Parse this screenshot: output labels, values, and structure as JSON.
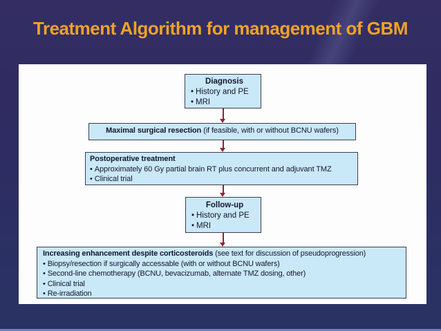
{
  "slide": {
    "title": "Treatment Algorithm for management of GBM"
  },
  "colors": {
    "background_navy_top": "#332d63",
    "background_navy_bottom": "#293263",
    "title_orange": "#f0a228",
    "panel_white": "#fdfdfd",
    "box_fill_blue": "#c9e8f8",
    "box_border": "#3d3d4f",
    "arrow_red": "#8e2435",
    "bottom_strip": "#7780bd"
  },
  "flowchart": {
    "bullet_char": "•",
    "boxes": [
      {
        "title": "Diagnosis",
        "bullets": [
          "History and PE",
          "MRI"
        ]
      },
      {
        "title": "Maximal surgical resection",
        "suffix": " (if feasible, with or without BCNU wafers)"
      },
      {
        "title": "Postoperative treatment",
        "bullets": [
          "Approximately 60 Gy partial brain RT plus concurrent and adjuvant TMZ",
          "Clinical trial"
        ]
      },
      {
        "title": "Follow-up",
        "bullets": [
          "History and PE",
          "MRI"
        ]
      },
      {
        "title": "Increasing enhancement despite corticosteroids",
        "suffix": " (see text for discussion of pseudoprogression)",
        "bullets": [
          "Biopsy/resection if surgically accessable (with or without BCNU wafers)",
          "Second-line chemotherapy (BCNU, bevacizumab, alternate TMZ dosing, other)",
          "Clinical trial",
          "Re-irradiation"
        ]
      }
    ]
  }
}
